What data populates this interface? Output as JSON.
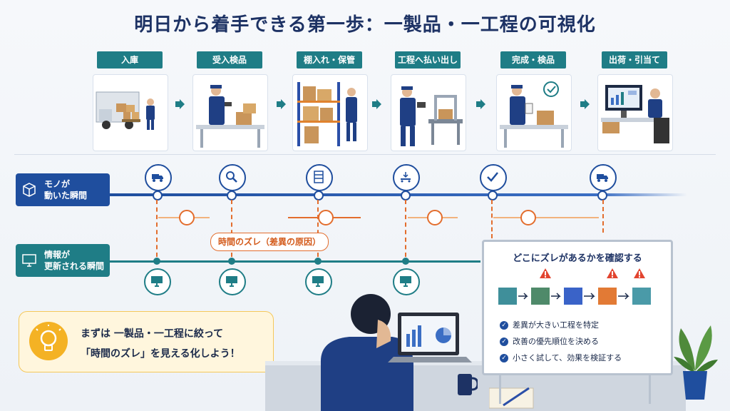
{
  "title": "明日から着手できる第一歩：一製品・一工程の可視化",
  "process_steps": [
    {
      "label": "入庫"
    },
    {
      "label": "受入検品"
    },
    {
      "label": "棚入れ・保管"
    },
    {
      "label": "工程へ払い出し"
    },
    {
      "label": "完成・検品"
    },
    {
      "label": "出荷・引当て"
    }
  ],
  "rows": {
    "physical": {
      "line1": "モノが",
      "line2": "動いた瞬間",
      "icon": "box-icon"
    },
    "info": {
      "line1": "情報が",
      "line2": "更新される瞬間",
      "icon": "monitor-icon"
    }
  },
  "time_gap_label": "時間のズレ（差異の原因）",
  "tip": {
    "line1": "まずは 一製品・一工程に絞って",
    "line2": "「時間のズレ」を見える化しよう！",
    "icon": "lightbulb-icon"
  },
  "board": {
    "title": "どこにズレがあるかを確認する",
    "checks": [
      "差異が大きい工程を特定",
      "改善の優先順位を決める",
      "小さく試して、効果を検証する"
    ],
    "flow_colors": [
      "#3f8f9a",
      "#4f8a6a",
      "#3a63c8",
      "#e27a35",
      "#4a9aa8"
    ]
  },
  "colors": {
    "navy": "#1f4e9e",
    "teal": "#1f7d86",
    "orange": "#e36d2d"
  }
}
